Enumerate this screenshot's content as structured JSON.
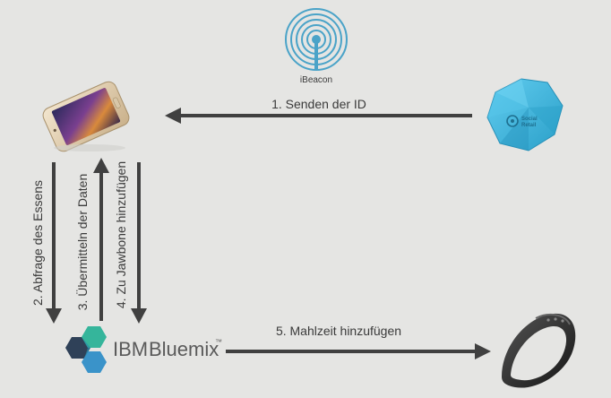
{
  "ibeacon": {
    "caption": "iBeacon"
  },
  "beacon_device": {
    "brand_line1": "Social",
    "brand_line2": "Retail"
  },
  "flows": {
    "step1": "1. Senden der ID",
    "step2": "2. Abfrage des Essens",
    "step3": "3. Übermitteln der Daten",
    "step4": "4. Zu Jawbone hinzufügen",
    "step5": "5. Mahlzeit hinzufügen"
  },
  "bluemix": {
    "ibm": "IBM",
    "name": "Bluemix",
    "tm": "™"
  },
  "colors": {
    "background": "#e5e5e3",
    "arrow": "#404040",
    "ibeacon_ring": "#4aa3c8",
    "beacon_device": "#3fb8de",
    "band": "#2b2b2b",
    "hex_teal": "#35b59b",
    "hex_blue": "#3a93c9",
    "hex_dark": "#2f4158"
  },
  "icons": [
    "ibeacon-icon",
    "smartphone-icon",
    "beacon-device-icon",
    "bluemix-logo-icon",
    "jawbone-band-icon"
  ]
}
